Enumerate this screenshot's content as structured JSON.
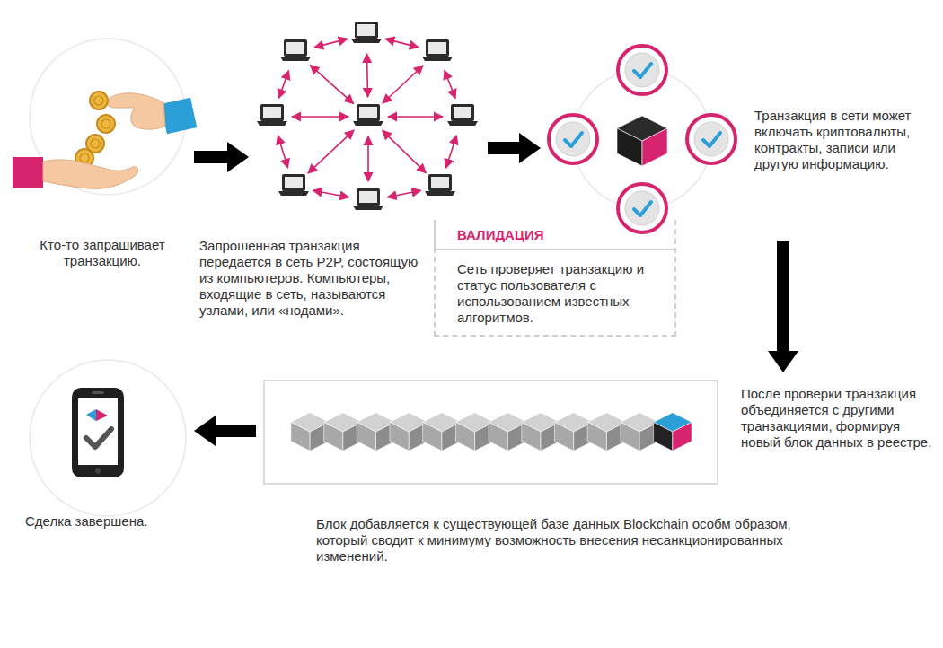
{
  "diagram": {
    "nodes": [
      {
        "text": [
          "Кто-то запрашивает транзакцию."
        ]
      },
      {
        "text": [
          "Запрошенная транзакция передается в сеть P2P, состоящую из компьютеров. Компьютеры, входящие в сеть, называются узлами, или «нодами»."
        ]
      },
      {
        "text": [
          "Транзакция в сети может включать криптовалюты, контракты, записи или другую информацию."
        ]
      },
      {
        "text": [
          "ВАЛИДАЦИЯ",
          "Сеть проверяет транзакцию и статус пользователя с использованием известных алгоритмов."
        ]
      },
      {
        "text": [
          "После проверки транзакция объединяется с другими транзакциями, формируя новый блок данных в реестре.",
          "Блок добавляется к существующей базе данных Blockchain особм образом, который сводит к минимуму возможность внесения несанкционированных изменений."
        ]
      },
      {
        "text": [
          "Сделка завершена."
        ]
      }
    ],
    "edges": [
      {
        "from": 0,
        "to": 1,
        "arrow": "to"
      },
      {
        "from": 1,
        "to": 2,
        "arrow": "to"
      },
      {
        "from": 2,
        "to": 4,
        "arrow": "to"
      },
      {
        "from": 4,
        "to": 5,
        "arrow": "to"
      }
    ]
  }
}
